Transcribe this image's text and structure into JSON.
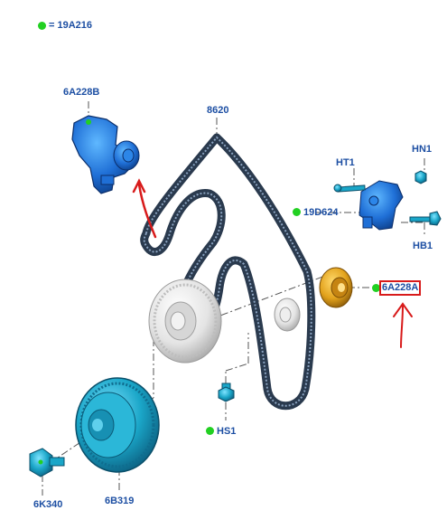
{
  "legend": {
    "marker": "green-dot",
    "equals": "=",
    "code": "19A216"
  },
  "parts": {
    "tensioner_top": "6A228B",
    "belt": "8620",
    "bracket_ht1": "HT1",
    "bracket_hn1": "HN1",
    "bracket_hb1": "HB1",
    "bracket_19d": "19D624",
    "idler_pulley": "6A228A",
    "bolt_hs1": "HS1",
    "bolt_6k": "6K340",
    "crank_pulley": "6B319"
  },
  "colors": {
    "label": "#1d4fa3",
    "part_blue": "#1f6fd6",
    "part_teal": "#1aa6c8",
    "belt": "#2a3a4e",
    "pulley_gold": "#e2a21c",
    "callout_red": "#d81b1b",
    "dot_green": "#22d022"
  }
}
